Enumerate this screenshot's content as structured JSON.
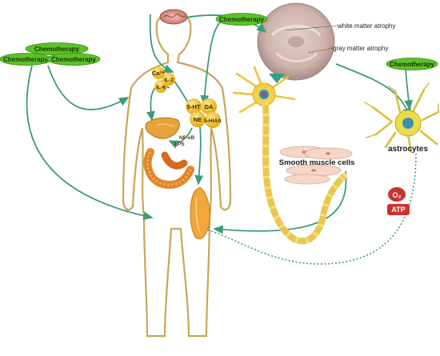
{
  "chemo": {
    "top_left_1": "Chemotherapy",
    "top_left_2": "Chemotherapy",
    "top_left_3": "Chemotherapy",
    "head": "Chemotherapy",
    "right": "Chemotherapy"
  },
  "brain_scan": {
    "white_matter": "white matter atrophy",
    "gray_matter": "gray matter atrophy"
  },
  "molecules": {
    "calcium": "Ca²⁺",
    "il2": "IL-2",
    "il6": "IL-6",
    "serotonin": "5-HT",
    "dopamine": "DA",
    "norepinephrine": "NE",
    "hiaa": "5-HIAA",
    "nfkb": "NF-κB",
    "lps": "LPS"
  },
  "cells": {
    "smooth_muscle": "Smooth muscle cells",
    "astrocytes": "astrocytes",
    "oxygen": "O₂",
    "atp": "ATP"
  },
  "colors": {
    "arrow": "#3e9a7c",
    "chemo_fill": "#5cc227",
    "body_outline": "#c9a45a",
    "molecule_fill": "#f3c21b",
    "red_badge": "#c8342c",
    "muscle_pink": "#f6d6c6"
  }
}
